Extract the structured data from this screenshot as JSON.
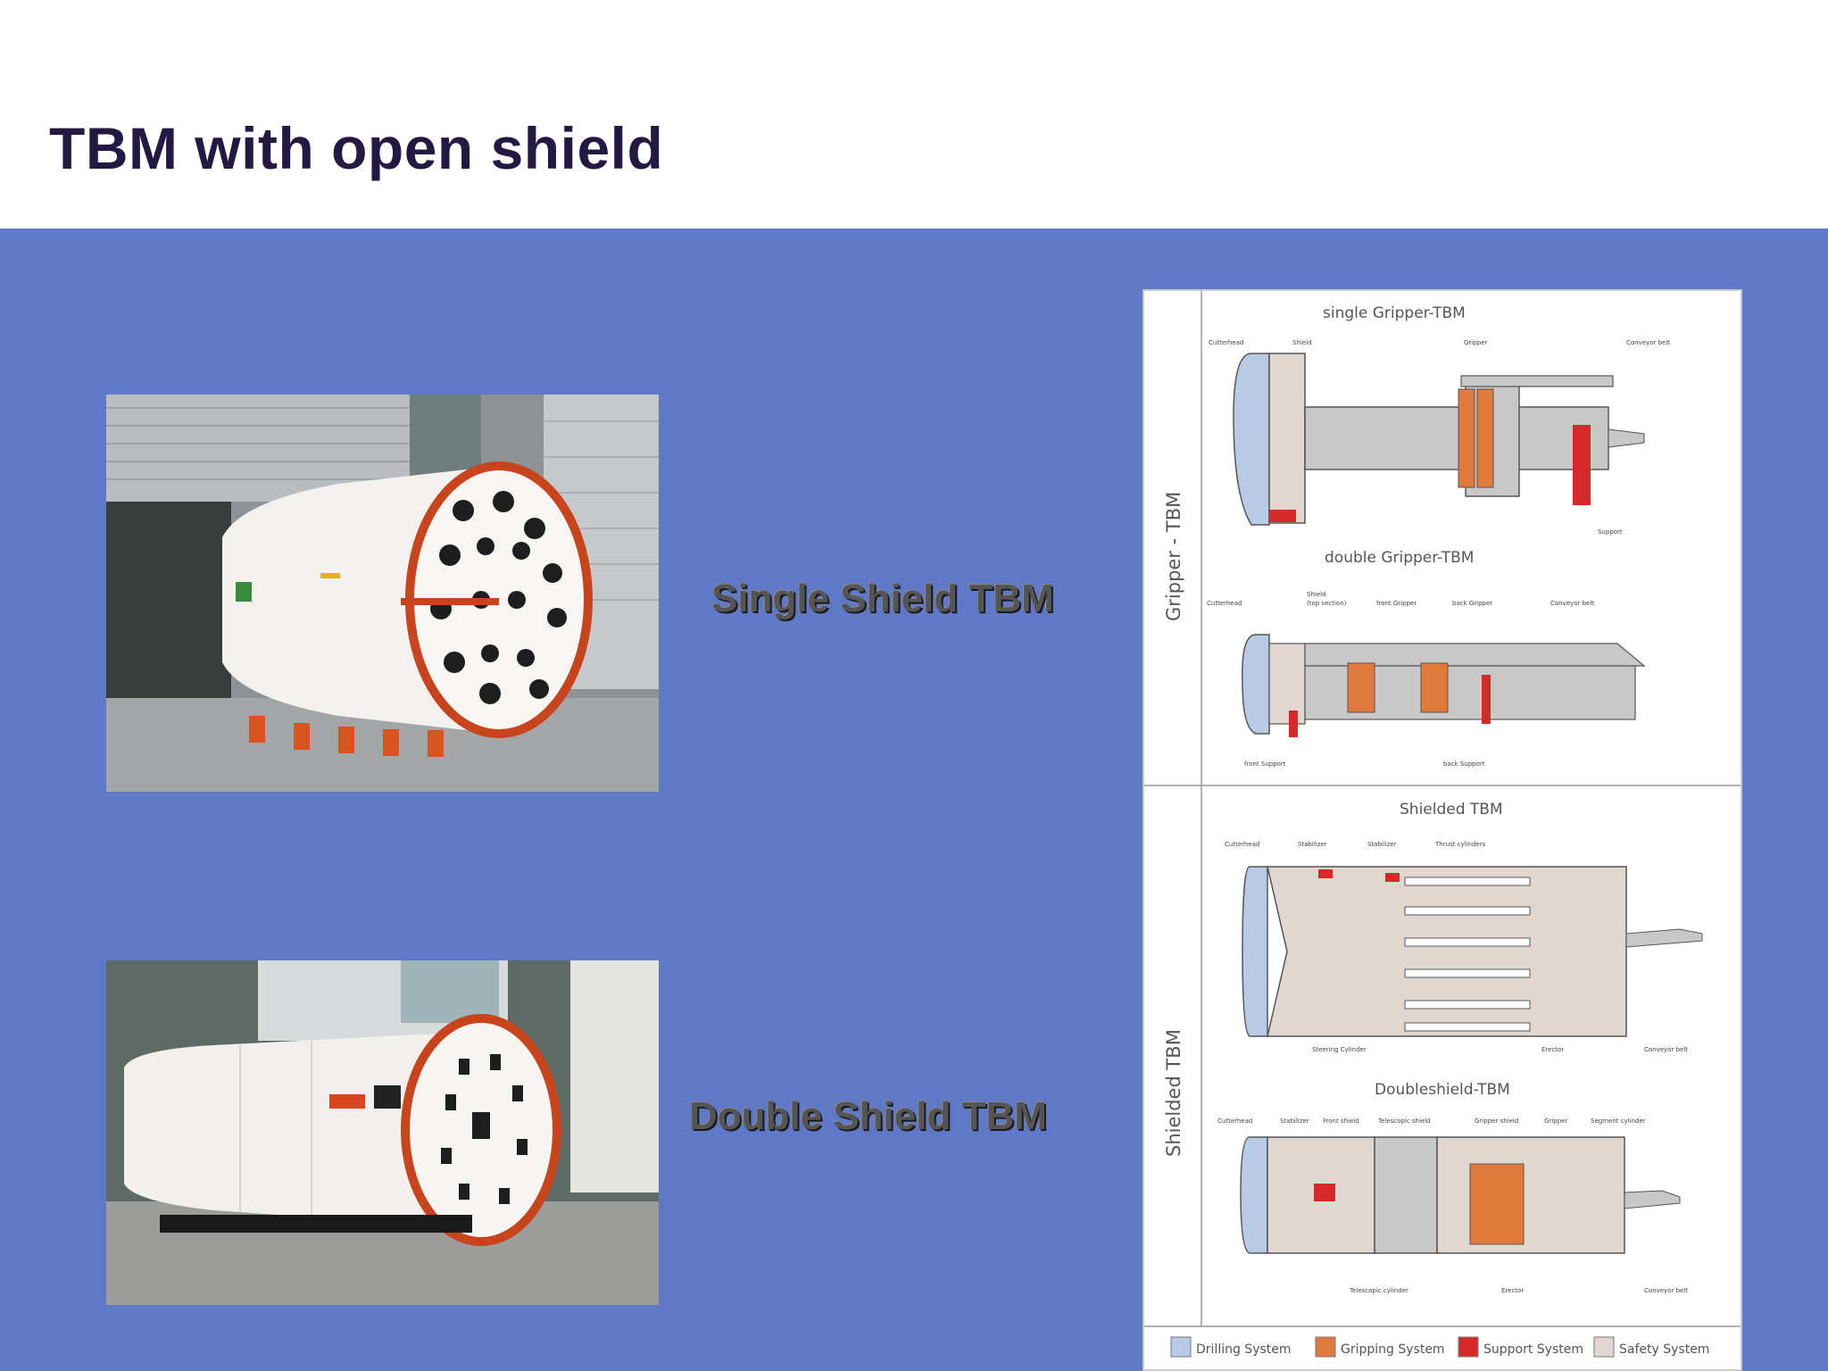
{
  "slide": {
    "title": "TBM with open shield",
    "caption_single": "Single Shield TBM",
    "caption_double": "Double Shield TBM",
    "colors": {
      "title": "#231942",
      "background_band": "#5f78c8",
      "drilling": "#b7cbe6",
      "gripping": "#e07a3c",
      "support": "#d62a2a",
      "safety": "#e2d6d0"
    }
  },
  "diagram": {
    "side_top": "Gripper  -  TBM",
    "side_bottom": "Shielded  TBM",
    "single_gripper": {
      "title": "single  Gripper-TBM",
      "labels": [
        "Cutterhead",
        "Shield",
        "Gripper",
        "Conveyor belt",
        "Support"
      ]
    },
    "double_gripper": {
      "title": "double  Gripper-TBM",
      "labels": [
        "Cutterhead",
        "Shield",
        "(top section)",
        "front Gripper",
        "back Gripper",
        "Conveyor belt",
        "front Support",
        "back Support"
      ]
    },
    "shielded": {
      "title": "Shielded  TBM",
      "labels": [
        "Cutterhead",
        "Stabilizer",
        "Stabilizer",
        "Thrust cylinders",
        "Steering Cylinder",
        "Erector",
        "Conveyor belt"
      ]
    },
    "doubleshield": {
      "title": "Doubleshield-TBM",
      "labels": [
        "Cutterhead",
        "Stabilizer",
        "Front shield",
        "Telescopic shield",
        "Gripper shield",
        "Gripper",
        "Segment cylinder",
        "Telescopic cylinder",
        "Erector",
        "Conveyor belt"
      ]
    },
    "legend": [
      "Drilling System",
      "Gripping System",
      "Support System",
      "Safety System"
    ]
  }
}
